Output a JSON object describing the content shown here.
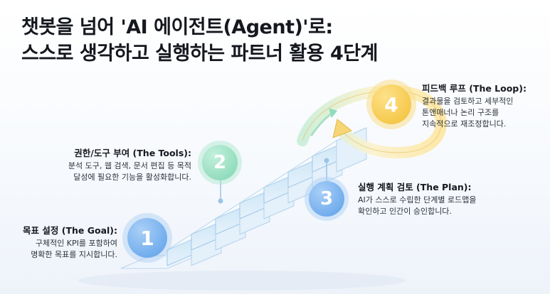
{
  "title": {
    "line1": "챗봇을 넘어 'AI 에이전트(Agent)'로:",
    "line2": "스스로 생각하고 실행하는 파트너 활용 4단계"
  },
  "steps": [
    {
      "number": "1",
      "heading": "목표 설정 (The Goal):",
      "body": [
        "구체적인 KPI를 포함하여",
        "명확한 목표를 지시합니다."
      ],
      "color": "#6aaaf0"
    },
    {
      "number": "2",
      "heading": "권한/도구 부여 (The Tools):",
      "body": [
        "분석 도구, 웹 검색, 문서 편집 등 목적",
        "달성에 필요한 기능을 활성화합니다."
      ],
      "color": "#8fdcbc"
    },
    {
      "number": "3",
      "heading": "실행 계획 검토 (The Plan):",
      "body": [
        "AI가 스스로 수립한 단계별 로드맵을",
        "확인하고 인간이 승인합니다."
      ],
      "color": "#6aaaf0"
    },
    {
      "number": "4",
      "heading": "피드백 루프 (The Loop):",
      "body": [
        "결과물을 검토하고 세부적인",
        "톤앤매너나 논리 구조를",
        "지속적으로 재조정합니다."
      ],
      "color": "#f4c94a"
    }
  ]
}
